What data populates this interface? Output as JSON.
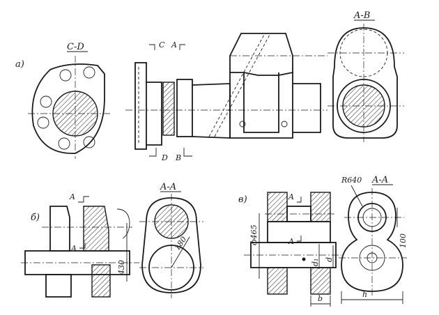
{
  "part_a": {
    "label": "а)",
    "section_cd": "C-D",
    "section_ab": "A-B",
    "cut_top_c": "C",
    "cut_top_a": "A",
    "cut_bottom_d": "D",
    "cut_bottom_b": "B"
  },
  "part_b": {
    "label": "б)",
    "section_aa": "A-A",
    "cut_top": "A",
    "cut_bottom": "A",
    "dim_radius": "180",
    "dim_length": "430"
  },
  "part_v": {
    "label": "в)",
    "section_aa": "A-A",
    "cut_top": "A",
    "cut_bottom": "A",
    "dim_radius": "R640",
    "dim_diameter": "ф465",
    "dim_offset": "100",
    "dim_d1": "d₁",
    "dim_d": "d",
    "dim_b": "b",
    "dim_h": "h"
  }
}
